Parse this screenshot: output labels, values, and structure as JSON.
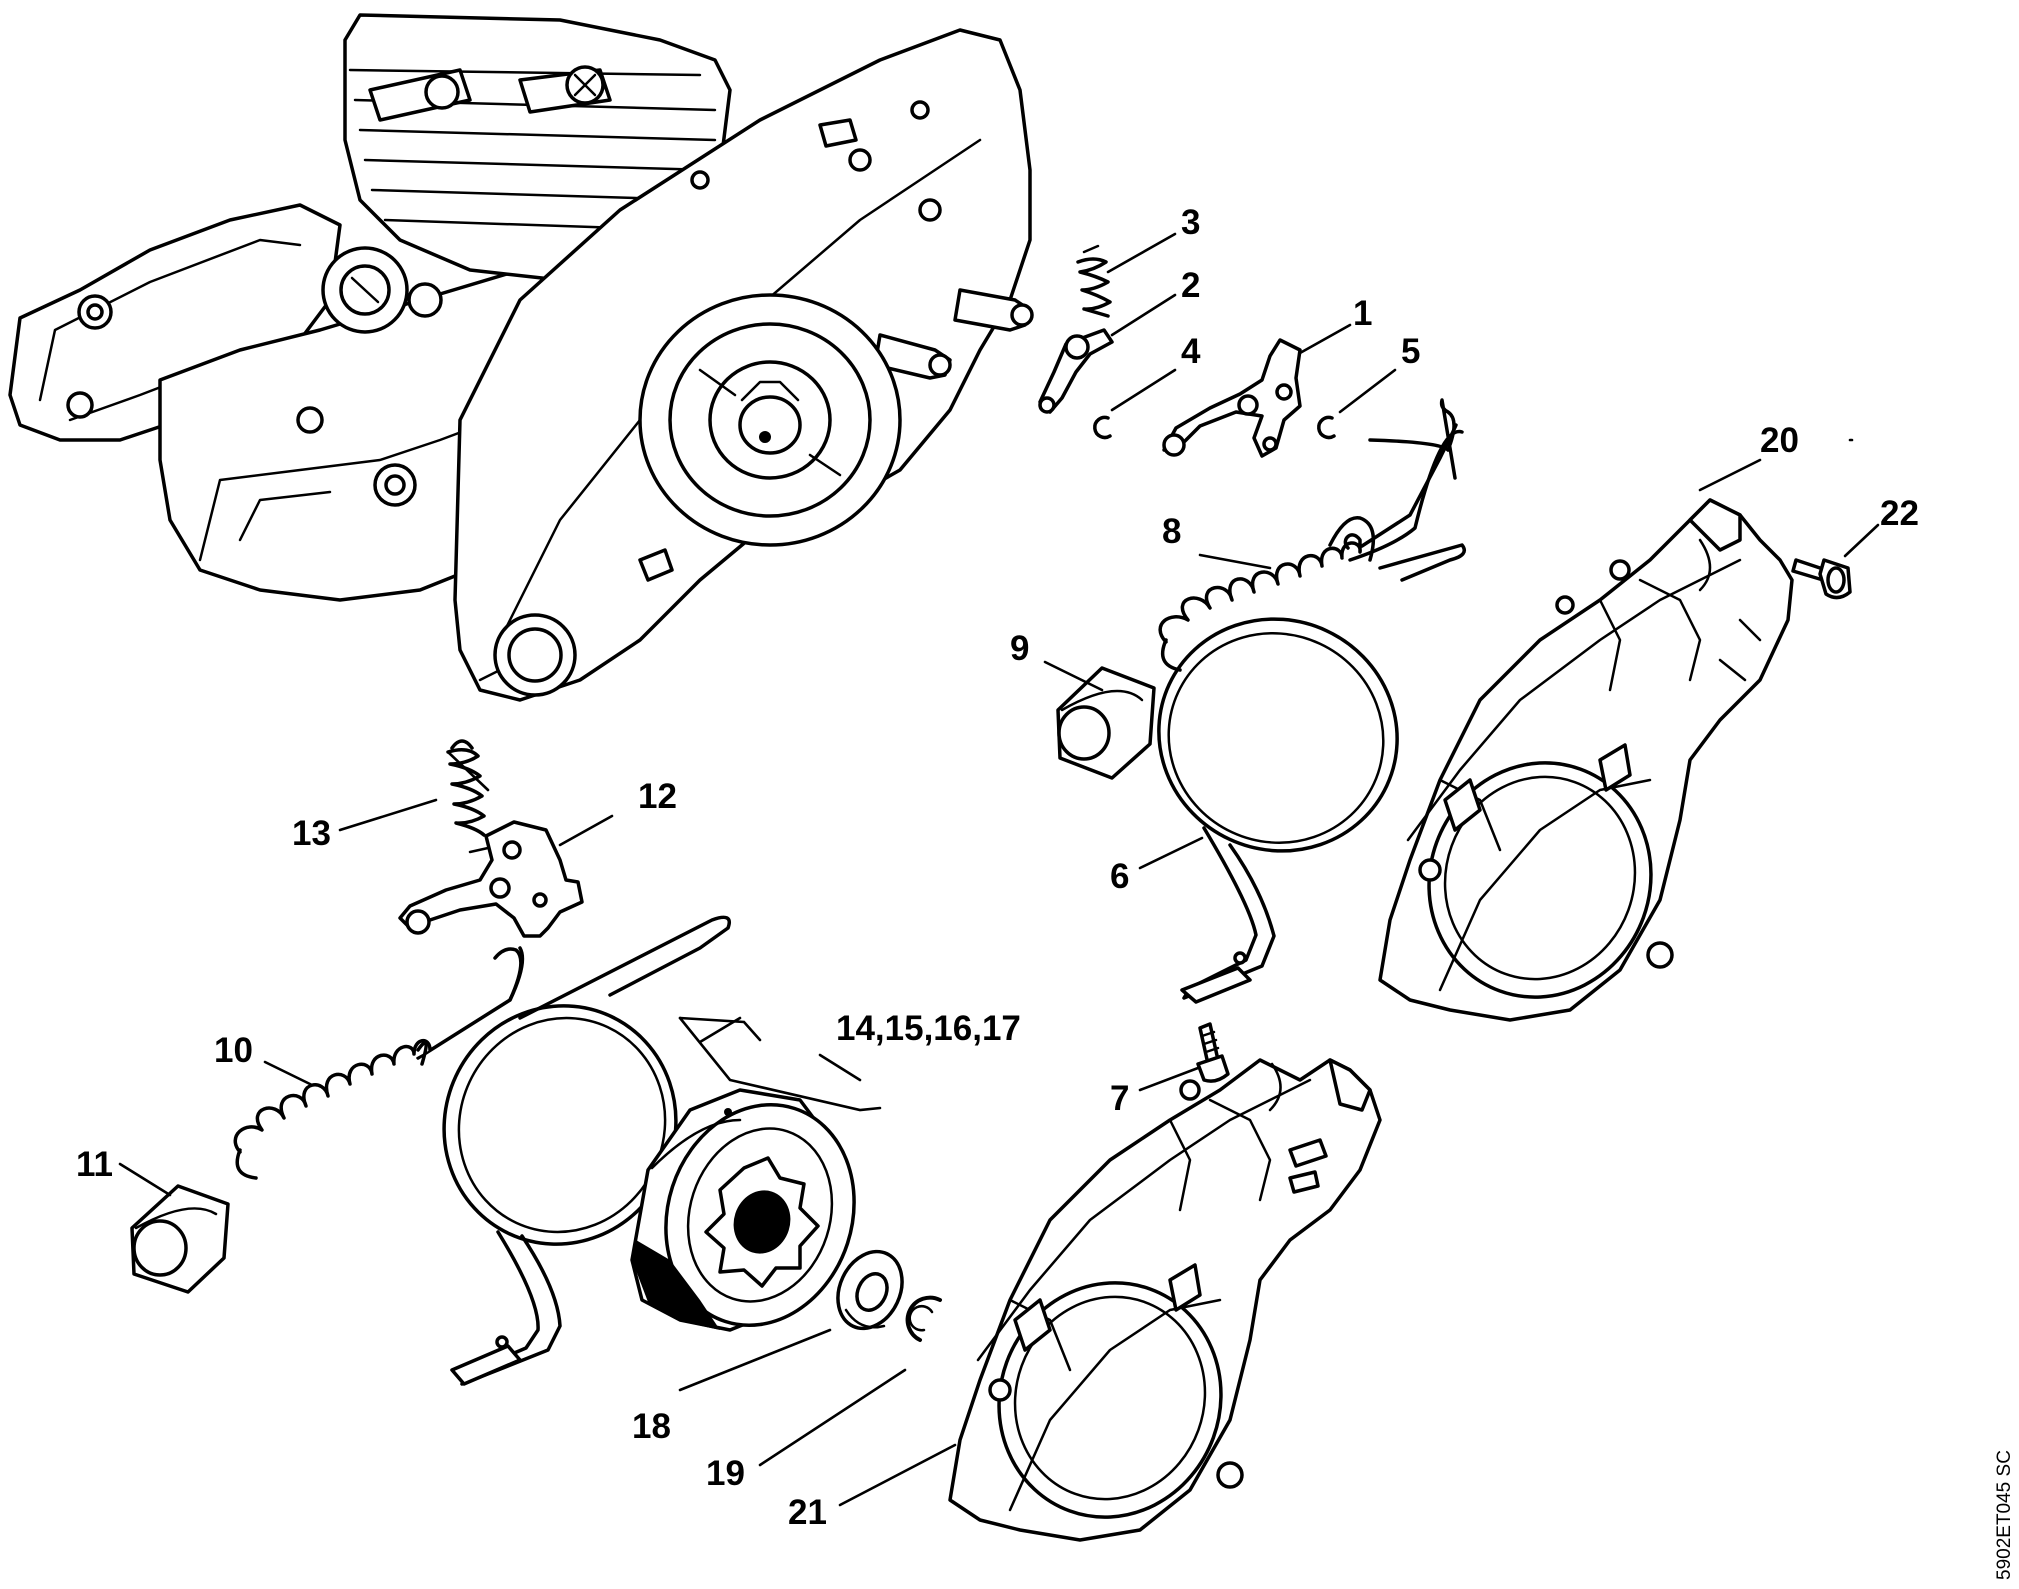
{
  "figure": {
    "drawing_id": "5902ET045 SC",
    "callouts": [
      {
        "key": "c1",
        "text": "1"
      },
      {
        "key": "c2",
        "text": "2"
      },
      {
        "key": "c3",
        "text": "3"
      },
      {
        "key": "c4",
        "text": "4"
      },
      {
        "key": "c5",
        "text": "5"
      },
      {
        "key": "c6",
        "text": "6"
      },
      {
        "key": "c7",
        "text": "7"
      },
      {
        "key": "c8",
        "text": "8"
      },
      {
        "key": "c9",
        "text": "9"
      },
      {
        "key": "c10",
        "text": "10"
      },
      {
        "key": "c11",
        "text": "11"
      },
      {
        "key": "c12",
        "text": "12"
      },
      {
        "key": "c13",
        "text": "13"
      },
      {
        "key": "c14",
        "text": "14,15,16,17"
      },
      {
        "key": "c18",
        "text": "18"
      },
      {
        "key": "c19",
        "text": "19"
      },
      {
        "key": "c20",
        "text": "20"
      },
      {
        "key": "c21",
        "text": "21"
      },
      {
        "key": "c22",
        "text": "22"
      }
    ]
  }
}
